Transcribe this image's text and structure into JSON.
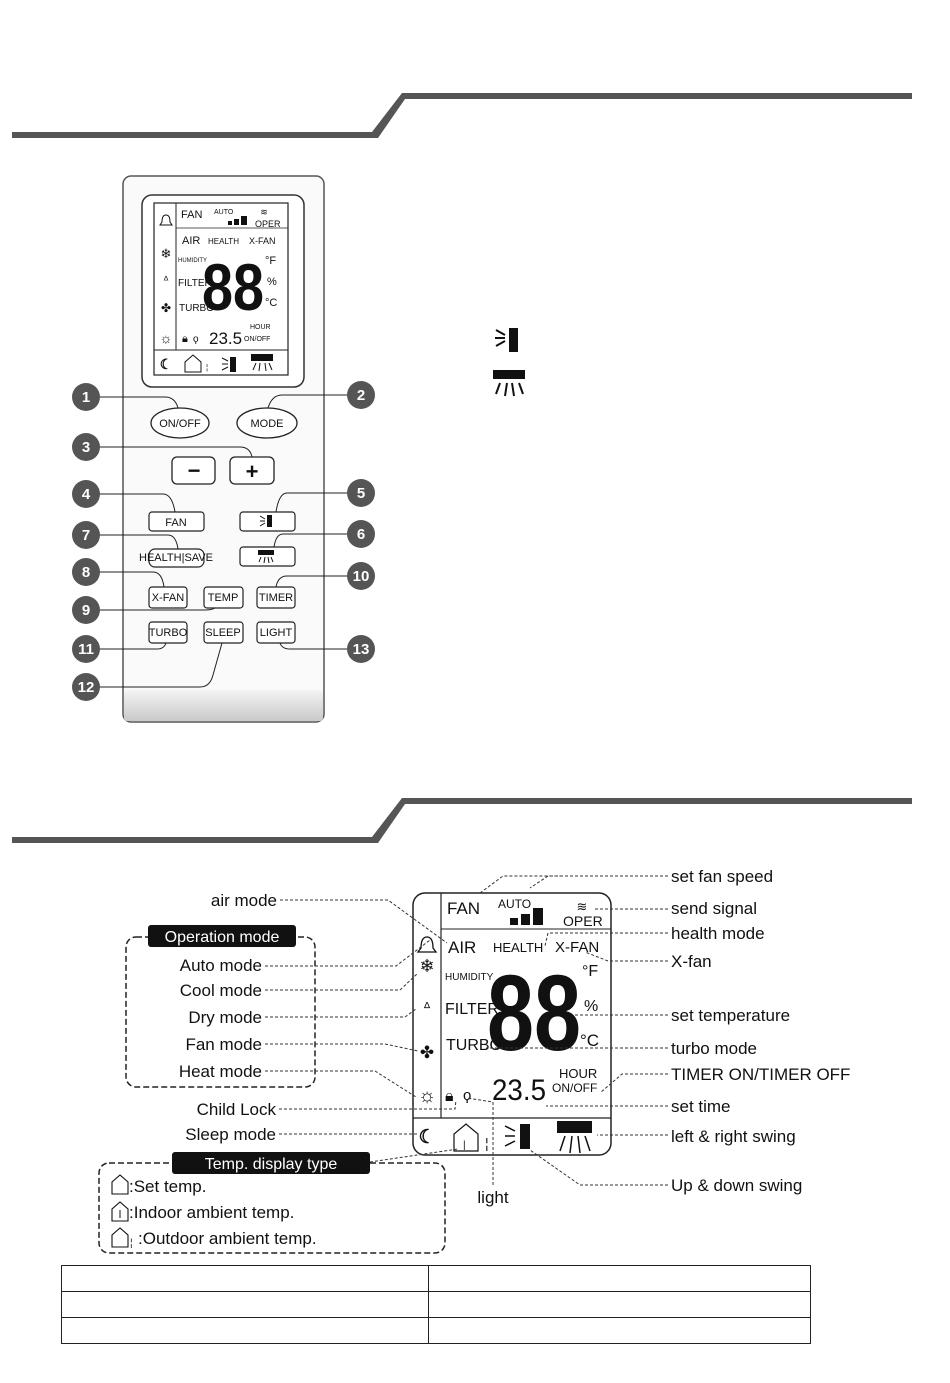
{
  "remote": {
    "lcd": {
      "fan": "FAN",
      "auto": "AUTO",
      "oper": "OPER",
      "air": "AIR",
      "health": "HEALTH",
      "xfan": "X-FAN",
      "humidity": "HUMIDITY",
      "filter": "FILTER",
      "turbo": "TURBO",
      "digits": "88",
      "unit_f": "°F",
      "unit_pct": "%",
      "unit_c": "°C",
      "time": "23.5",
      "hour": "HOUR",
      "onoff": "ON/OFF"
    },
    "buttons": {
      "onoff": "ON/OFF",
      "mode": "MODE",
      "minus": "−",
      "plus": "+",
      "fan": "FAN",
      "health_save": "HEALTH|SAVE",
      "xfan": "X-FAN",
      "temp": "TEMP",
      "timer": "TIMER",
      "turbo": "TURBO",
      "sleep": "SLEEP",
      "light": "LIGHT"
    },
    "callout_numbers": [
      "1",
      "2",
      "3",
      "4",
      "5",
      "6",
      "7",
      "8",
      "9",
      "10",
      "11",
      "12",
      "13"
    ]
  },
  "legend_icons": [
    "left-right-swing-icon",
    "up-down-swing-icon"
  ],
  "display": {
    "lcd": {
      "fan": "FAN",
      "auto": "AUTO",
      "oper": "OPER",
      "air": "AIR",
      "health": "HEALTH",
      "xfan": "X-FAN",
      "humidity": "HUMIDITY",
      "filter": "FILTER",
      "turbo": "TURBO",
      "digits": "88",
      "unit_f": "°F",
      "unit_pct": "%",
      "unit_c": "°C",
      "time": "23.5",
      "hour": "HOUR",
      "onoff": "ON/OFF"
    },
    "labels": {
      "air_mode": "air mode",
      "operation_mode": "Operation mode",
      "auto_mode": "Auto mode",
      "cool_mode": "Cool mode",
      "dry_mode": "Dry mode",
      "fan_mode": "Fan mode",
      "heat_mode": "Heat mode",
      "child_lock": "Child Lock",
      "sleep_mode": "Sleep mode",
      "temp_display_type": "Temp. display type",
      "set_temp": ":Set temp.",
      "indoor_temp": ":Indoor ambient temp.",
      "outdoor_temp": ":Outdoor ambient temp.",
      "light": "light",
      "set_fan_speed": "set fan speed",
      "send_signal": "send signal",
      "health_mode": "health mode",
      "x_fan": "X-fan",
      "set_temperature": "set temperature",
      "turbo_mode": "turbo mode",
      "timer_onoff": "TIMER ON/TIMER OFF",
      "set_time": "set time",
      "lr_swing": "left & right swing",
      "ud_swing": "Up & down swing"
    }
  },
  "table": {
    "rows": [
      [
        "",
        ""
      ],
      [
        "",
        ""
      ],
      [
        "",
        ""
      ]
    ]
  }
}
